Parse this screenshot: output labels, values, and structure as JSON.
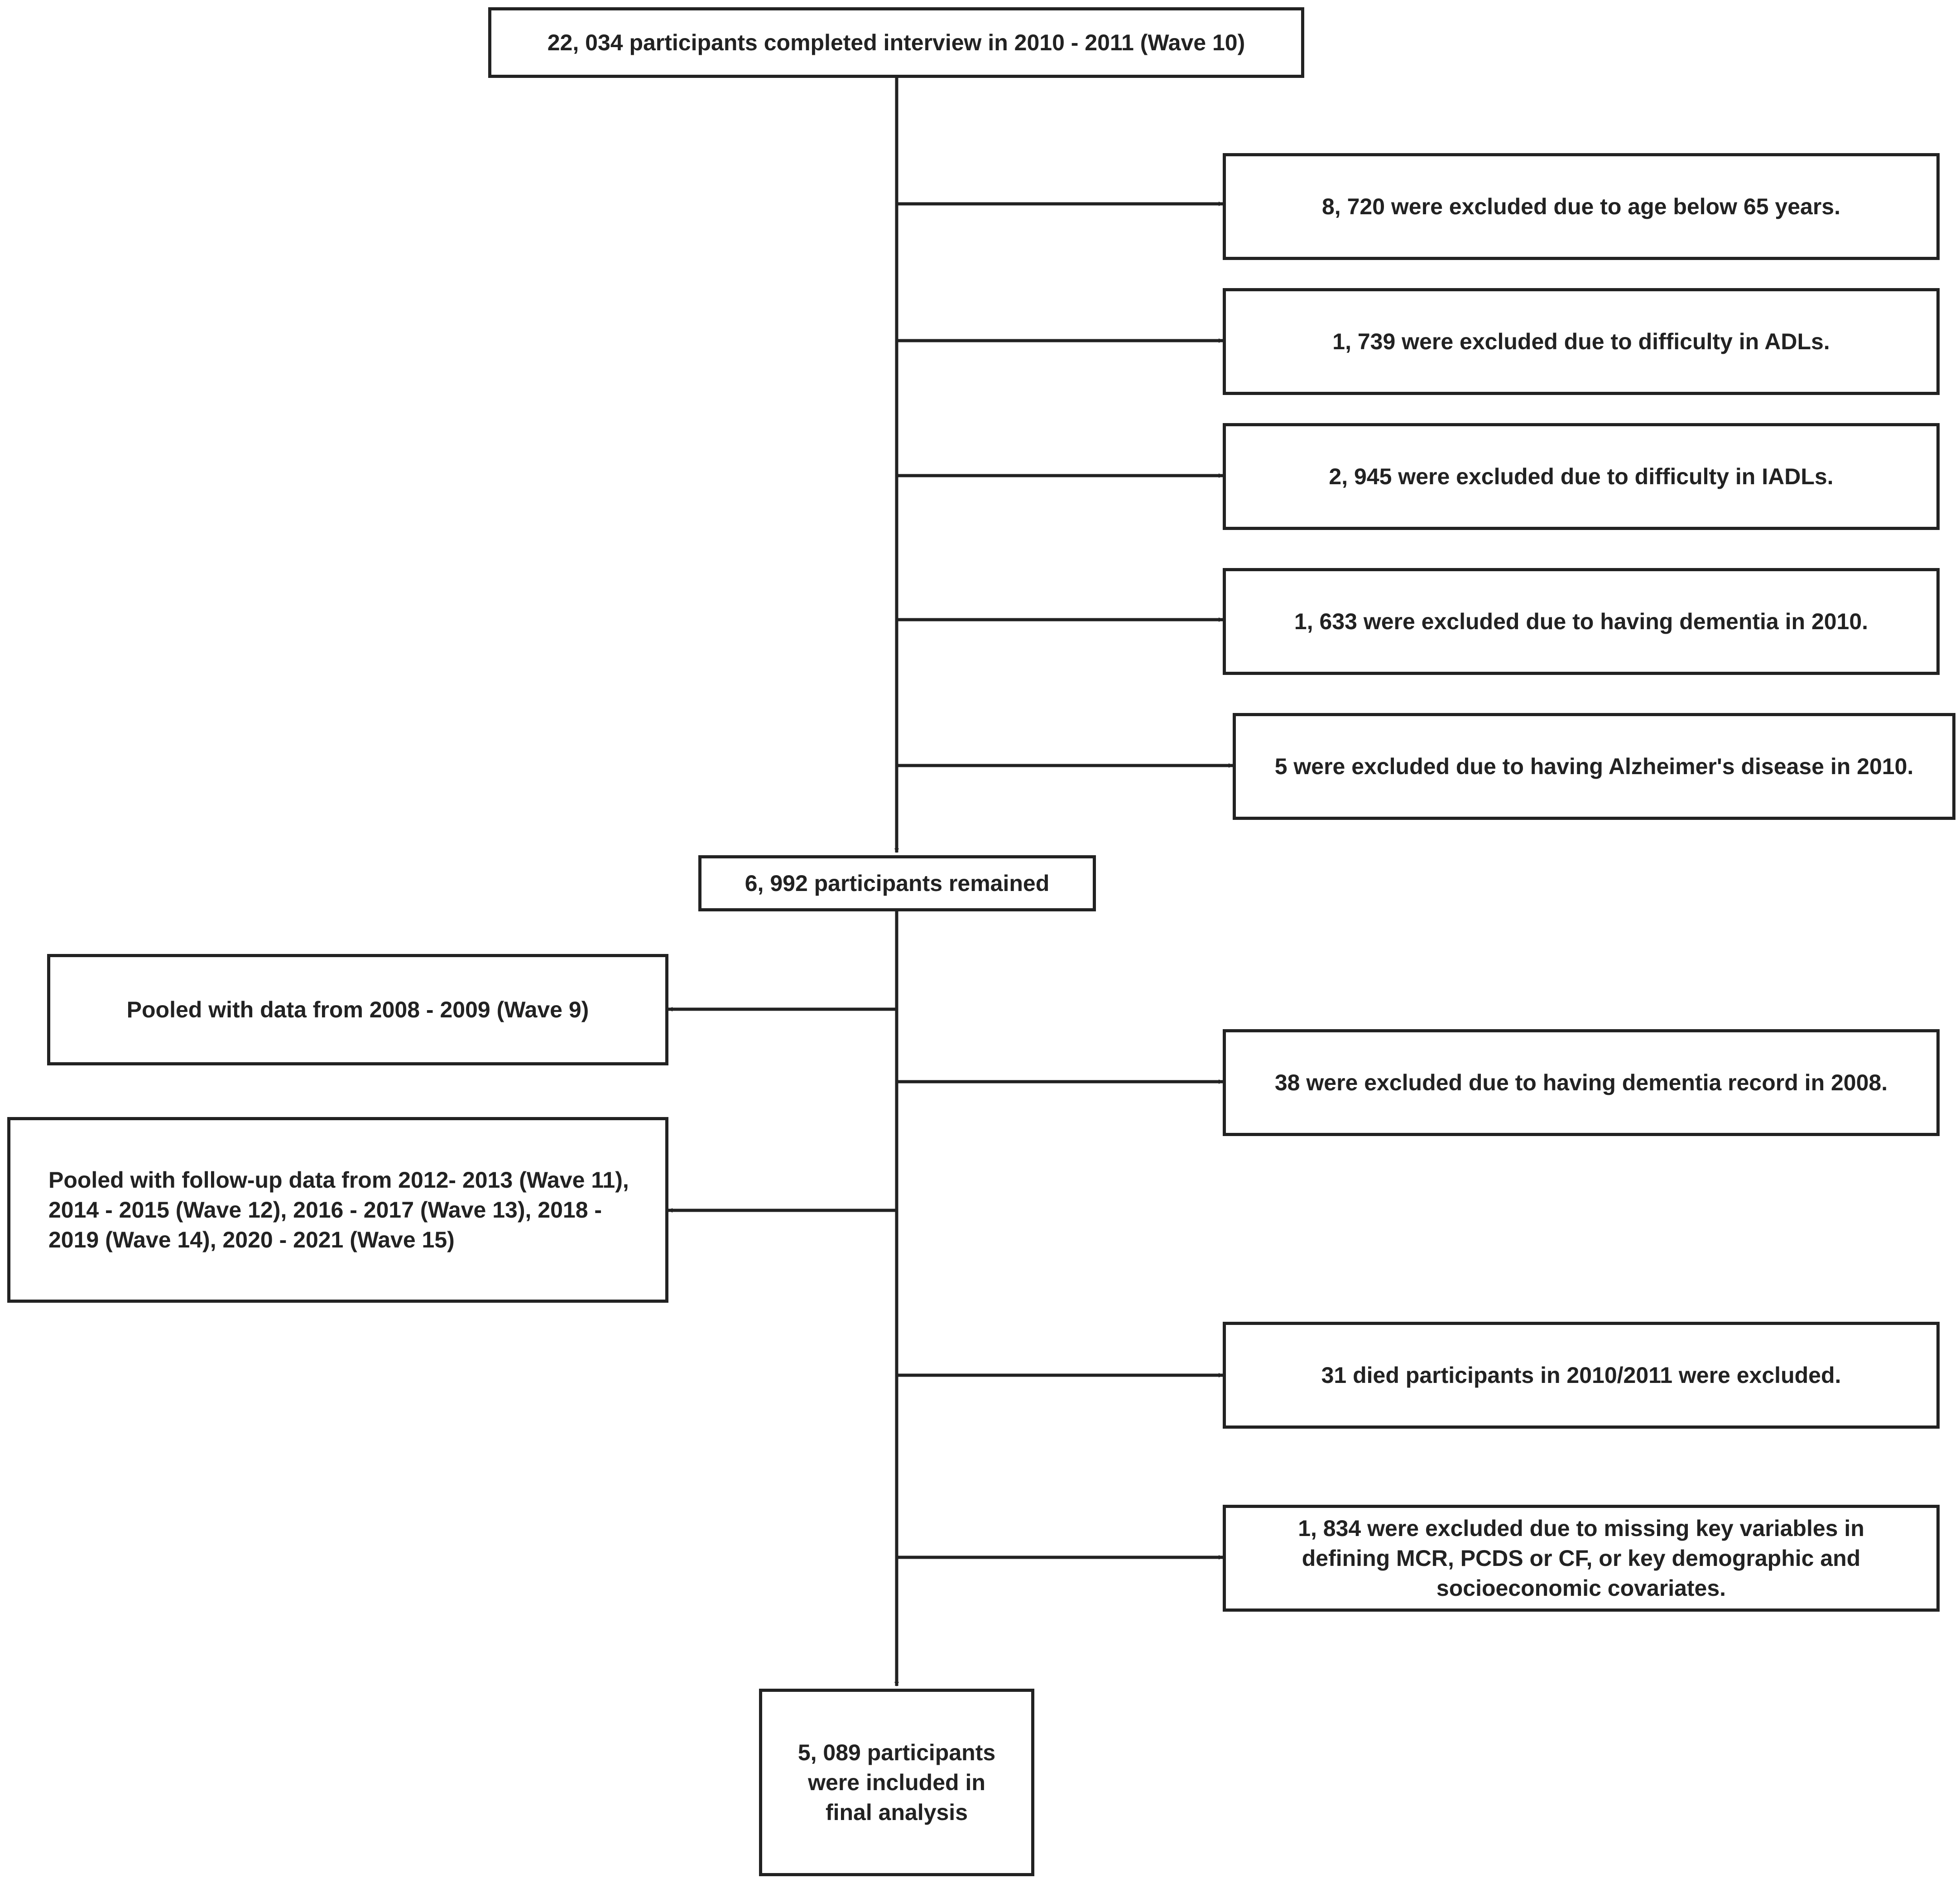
{
  "colors": {
    "stroke": "#222222",
    "text": "#222222",
    "background": "#ffffff"
  },
  "diagram": {
    "start": "22, 034 participants completed interview in 2010 - 2011 (Wave 10)",
    "exclusion_1": "8, 720 were excluded due to age below 65 years.",
    "exclusion_2": "1, 739 were excluded due to difficulty in ADLs.",
    "exclusion_3": "2, 945 were excluded due to difficulty in IADLs.",
    "exclusion_4": "1, 633 were excluded due to having dementia in 2010.",
    "exclusion_5": "5 were excluded due to having Alzheimer's disease in 2010.",
    "remaining": "6, 992 participants remained",
    "pooled_wave9": "Pooled with data from 2008 - 2009 (Wave 9)",
    "exclusion_6": "38 were excluded due to having dementia record in 2008.",
    "pooled_followup": [
      "Pooled with follow-up data from 2012- 2013 (Wave 11),",
      "2014 - 2015 (Wave 12), 2016 - 2017 (Wave 13), 2018 -",
      "2019 (Wave 14), 2020 - 2021 (Wave 15)"
    ],
    "exclusion_7": "31 died participants in 2010/2011 were excluded.",
    "exclusion_8": [
      "1, 834 were excluded due to missing key variables in",
      "defining MCR, PCDS or CF, or key demographic and",
      "socioeconomic covariates."
    ],
    "final": [
      "5, 089 participants",
      "were included in",
      "final analysis"
    ]
  }
}
